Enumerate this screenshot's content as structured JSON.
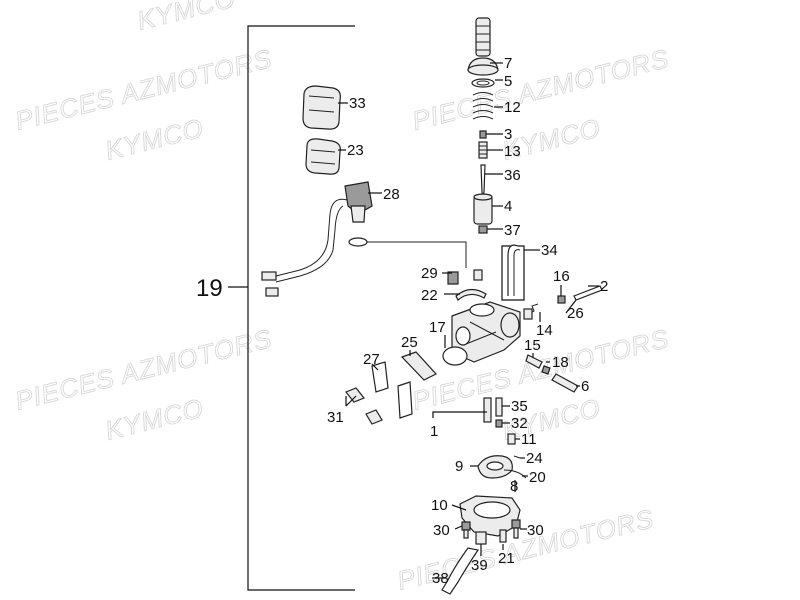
{
  "watermarks": [
    {
      "text": "PIECES AZMOTORS"
    },
    {
      "text": "KYMCO"
    },
    {
      "text": "PIECES AZMOTORS"
    },
    {
      "text": "KYMCO"
    },
    {
      "text": "PIECES AZMOTORS"
    },
    {
      "text": "KYMCO"
    },
    {
      "text": "PIECES AZMOTORS"
    },
    {
      "text": "KYMCO"
    },
    {
      "text": "PIECES AZMOTORS"
    },
    {
      "text": "KYMCO"
    }
  ],
  "assembly": {
    "label": "19"
  },
  "callouts": {
    "n1": "1",
    "n2": "2",
    "n3": "3",
    "n4": "4",
    "n5": "5",
    "n6": "6",
    "n7": "7",
    "n8": "8",
    "n9": "9",
    "n10": "10",
    "n11": "11",
    "n12": "12",
    "n13": "13",
    "n14": "14",
    "n15": "15",
    "n16": "16",
    "n17": "17",
    "n18": "18",
    "n20": "20",
    "n21": "21",
    "n22": "22",
    "n23": "23",
    "n24": "24",
    "n25": "25",
    "n26": "26",
    "n27": "27",
    "n28": "28",
    "n29": "29",
    "n30a": "30",
    "n30b": "30",
    "n31": "31",
    "n32": "32",
    "n33": "33",
    "n34": "34",
    "n35": "35",
    "n36": "36",
    "n37": "37",
    "n38": "38",
    "n39": "39"
  }
}
